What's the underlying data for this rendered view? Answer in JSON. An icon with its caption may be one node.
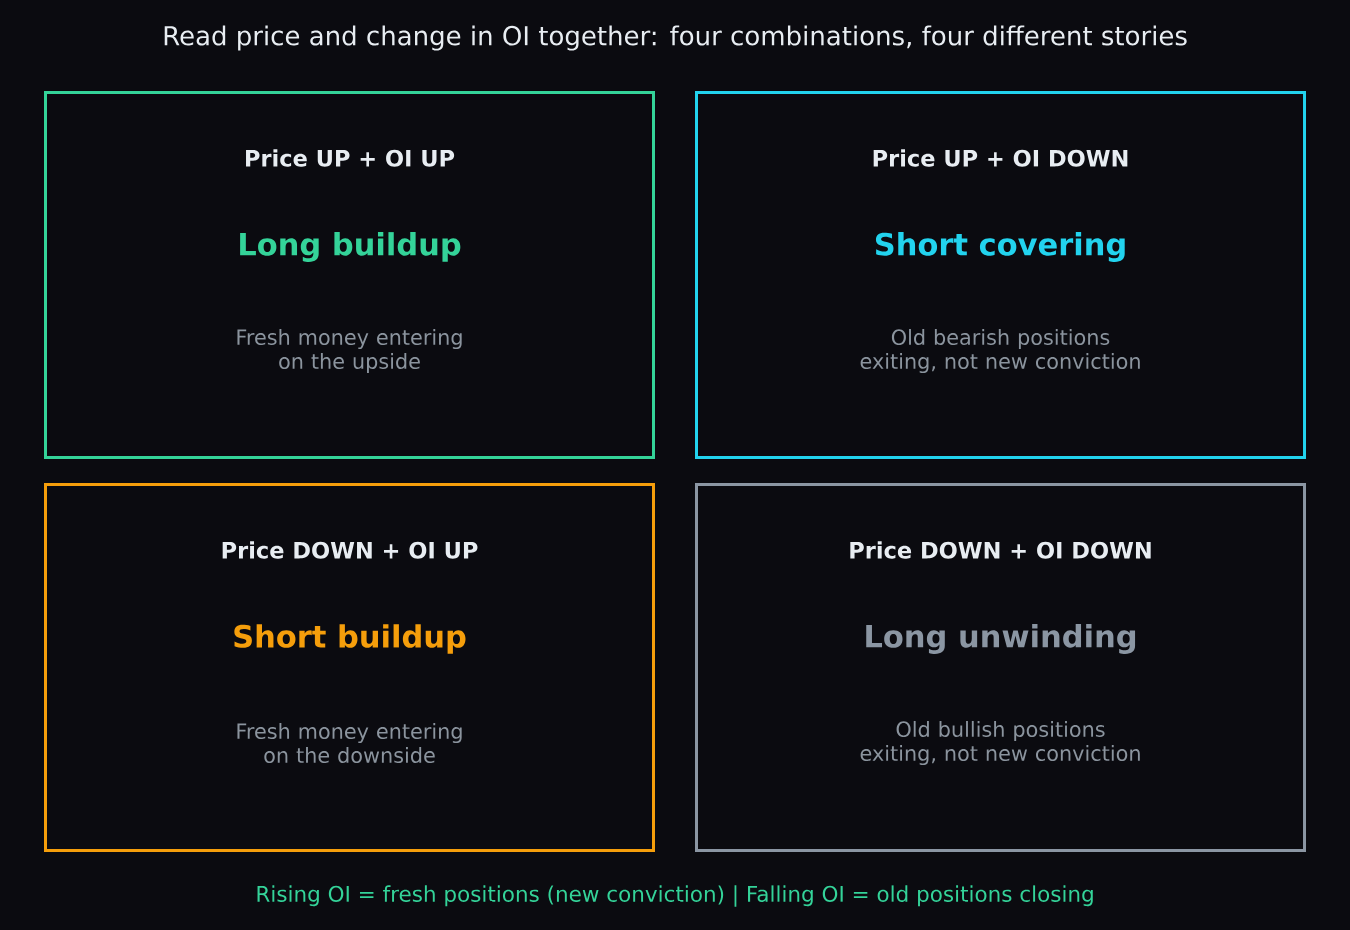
{
  "diagram": {
    "title": "Read price and change in OI together: four combinations, four different stories",
    "nodes": [
      {
        "text": [
          "Price UP + OI UP",
          "Long buildup",
          "Fresh money entering on the upside"
        ]
      },
      {
        "text": [
          "Price UP + OI DOWN",
          "Short covering",
          "Old bearish positions exiting, not new conviction"
        ]
      },
      {
        "text": [
          "Price DOWN + OI UP",
          "Short buildup",
          "Fresh money entering on the downside"
        ]
      },
      {
        "text": [
          "Price DOWN + OI DOWN",
          "Long unwinding",
          "Old bullish positions exiting, not new conviction"
        ]
      }
    ],
    "caption": "Rising OI = fresh positions (new conviction) | Falling OI = old positions closing"
  }
}
